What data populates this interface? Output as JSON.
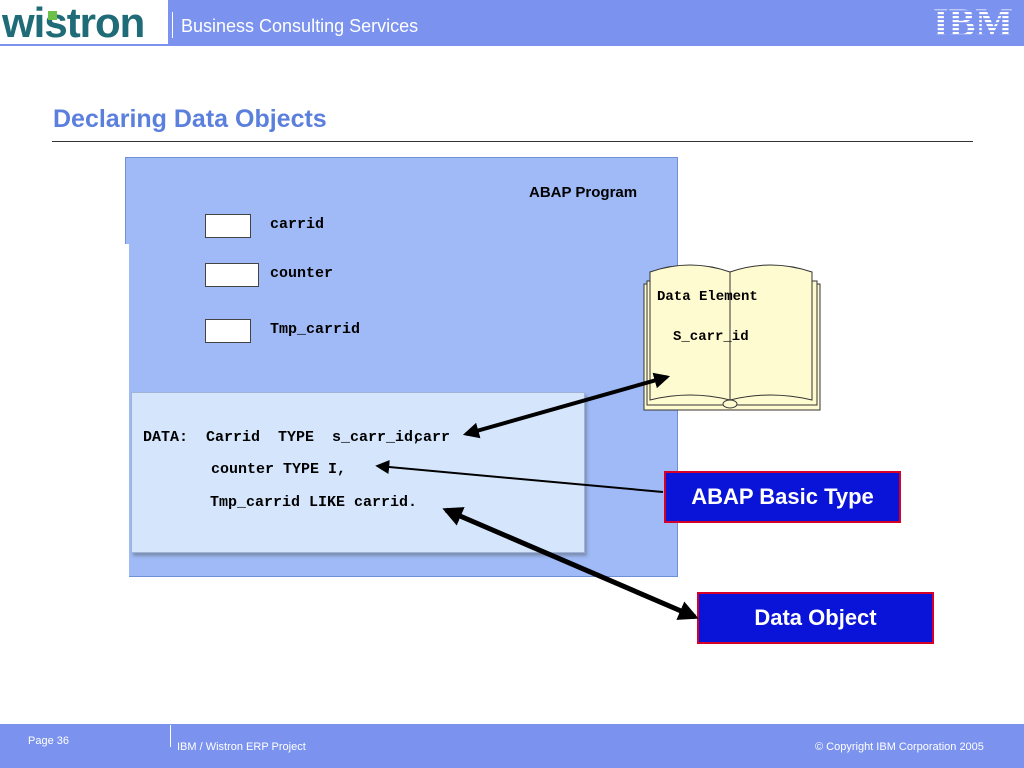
{
  "header": {
    "logo_text": "wistron",
    "title": "Business Consulting Services",
    "brand_logo": "IBM"
  },
  "slide": {
    "title": "Declaring Data Objects"
  },
  "program": {
    "label": "ABAP Program",
    "fields": [
      "carrid",
      "counter",
      "Tmp_carrid"
    ]
  },
  "code": {
    "line1": "DATA:  Carrid  TYPE  s_carr_id,",
    "line1_overlap": "carr",
    "line2": "counter TYPE I,",
    "line3": "Tmp_carrid LIKE carrid."
  },
  "book": {
    "line1": "Data Element",
    "line2": "S_carr_id",
    "icon": "open-book-icon"
  },
  "callouts": {
    "basic_type": "ABAP Basic Type",
    "data_object": "Data Object"
  },
  "footer": {
    "page": "Page 36",
    "project": "IBM / Wistron ERP Project",
    "copyright": "© Copyright IBM Corporation 2005"
  },
  "colors": {
    "header_bar": "#7b93ef",
    "title_blue": "#5b7fdc",
    "program_bg": "#9fbaf7",
    "code_bg": "#d5e6fc",
    "callout_bg": "#0a14d8",
    "callout_border": "#d4002a",
    "book_page": "#fffbd0"
  }
}
